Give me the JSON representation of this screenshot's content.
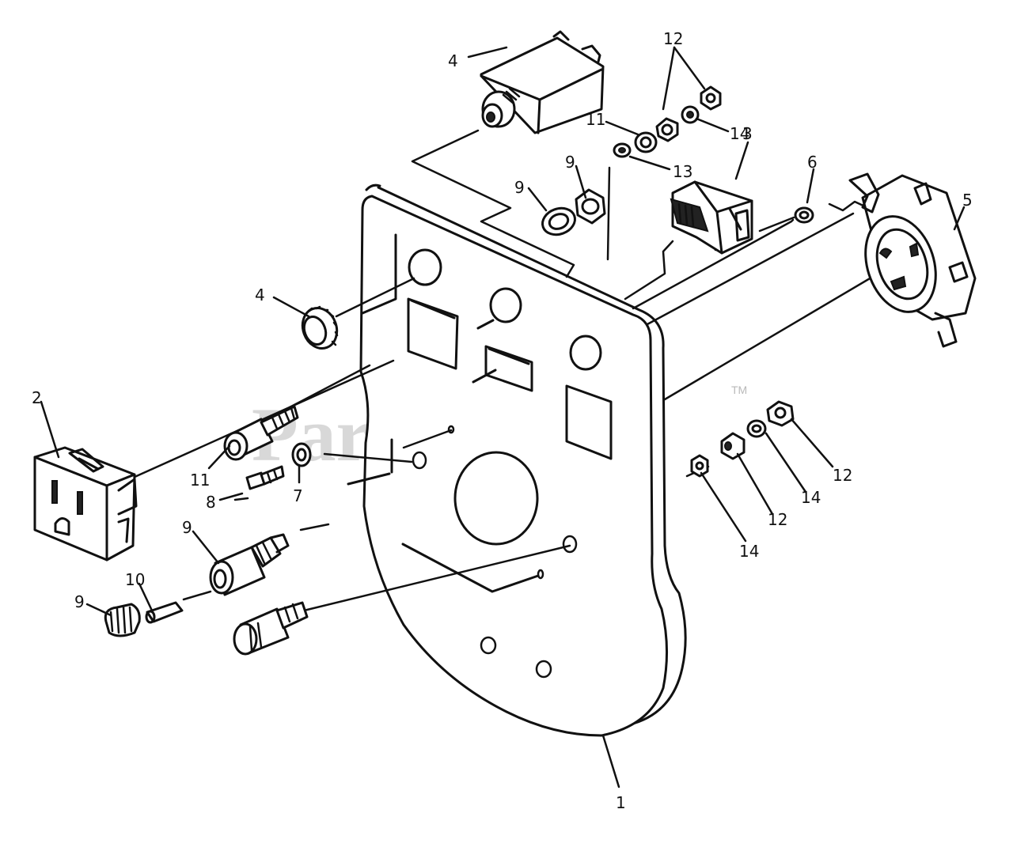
{
  "diagram": {
    "watermark": "PartsTree",
    "trademark": "TM",
    "callouts": {
      "c1": "1",
      "c2": "2",
      "c3": "3",
      "c4a": "4",
      "c4b": "4",
      "c5": "5",
      "c6": "6",
      "c7": "7",
      "c8": "8",
      "c9a": "9",
      "c9b": "9",
      "c9c": "9",
      "c9d": "9",
      "c10": "10",
      "c11a": "11",
      "c11b": "11",
      "c12a": "12",
      "c12b": "12",
      "c12c": "12",
      "c13": "13",
      "c14a": "14",
      "c14b": "14",
      "c14c": "14"
    }
  }
}
